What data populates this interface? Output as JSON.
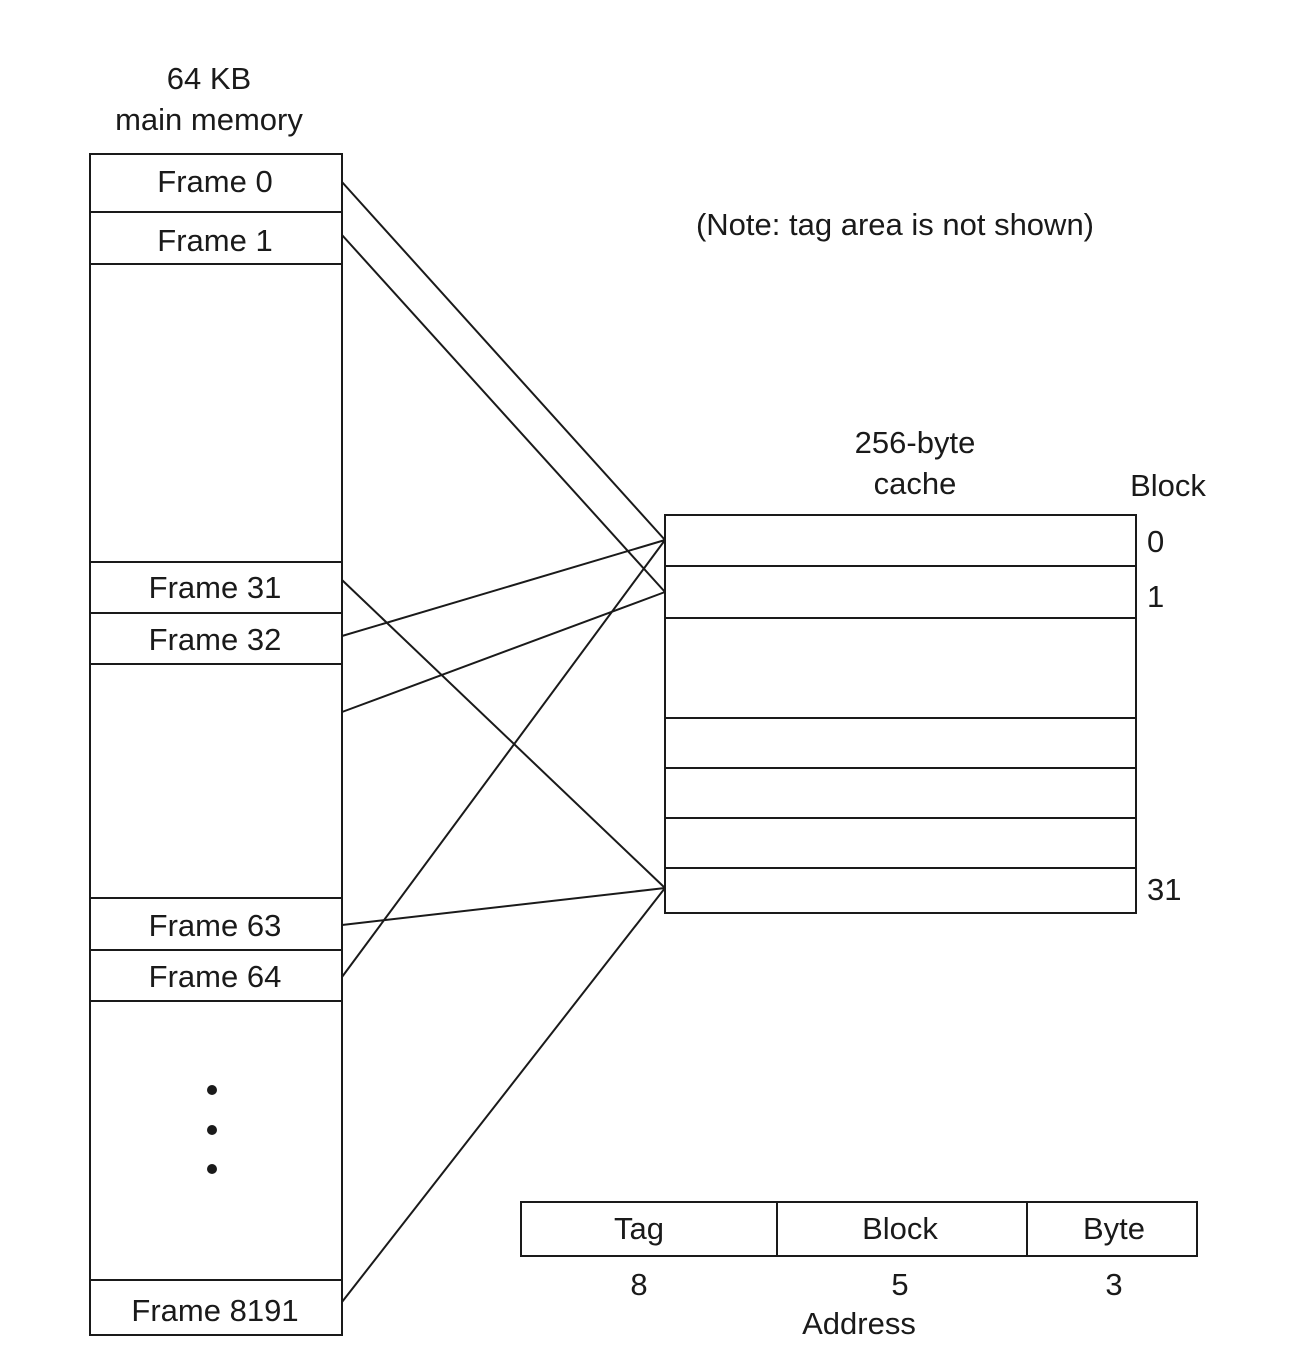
{
  "memory": {
    "title_line1": "64 KB",
    "title_line2": "main memory",
    "frames": [
      "Frame 0",
      "Frame 1",
      "Frame 31",
      "Frame 32",
      "Frame 63",
      "Frame 64",
      "Frame 8191"
    ]
  },
  "note": "(Note: tag area is not shown)",
  "cache": {
    "title_line1": "256-byte",
    "title_line2": "cache",
    "block_header": "Block",
    "block_labels": [
      "0",
      "1",
      "31"
    ]
  },
  "address": {
    "fields": [
      {
        "name": "Tag",
        "bits": "8"
      },
      {
        "name": "Block",
        "bits": "5"
      },
      {
        "name": "Byte",
        "bits": "3"
      }
    ],
    "caption": "Address"
  }
}
